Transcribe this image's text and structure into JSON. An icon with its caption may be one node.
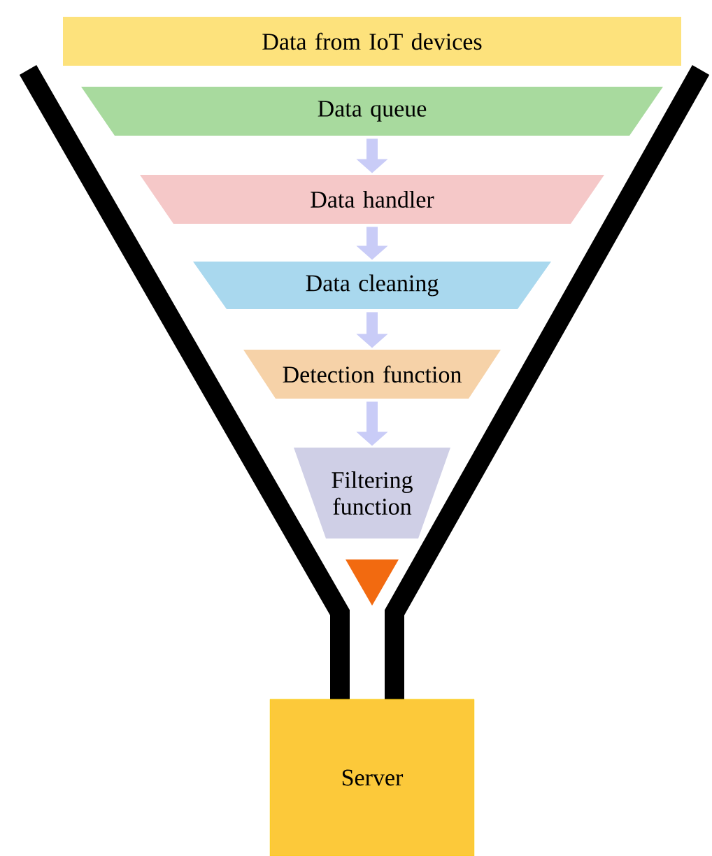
{
  "diagram": {
    "nodes": [
      {
        "text": [
          "Data from IoT devices"
        ]
      },
      {
        "text": [
          "Data queue"
        ]
      },
      {
        "text": [
          "Data handler"
        ]
      },
      {
        "text": [
          "Data cleaning"
        ]
      },
      {
        "text": [
          "Detection function"
        ]
      },
      {
        "text": [
          "Filtering function"
        ]
      },
      {
        "text": [],
        "shape": "triangle"
      },
      {
        "text": [
          "Server"
        ]
      }
    ],
    "edges": [
      {
        "from": 1,
        "to": 2,
        "arrow": "to"
      },
      {
        "from": 2,
        "to": 3,
        "arrow": "to"
      },
      {
        "from": 3,
        "to": 4,
        "arrow": "to"
      },
      {
        "from": 4,
        "to": 5,
        "arrow": "to"
      }
    ]
  }
}
